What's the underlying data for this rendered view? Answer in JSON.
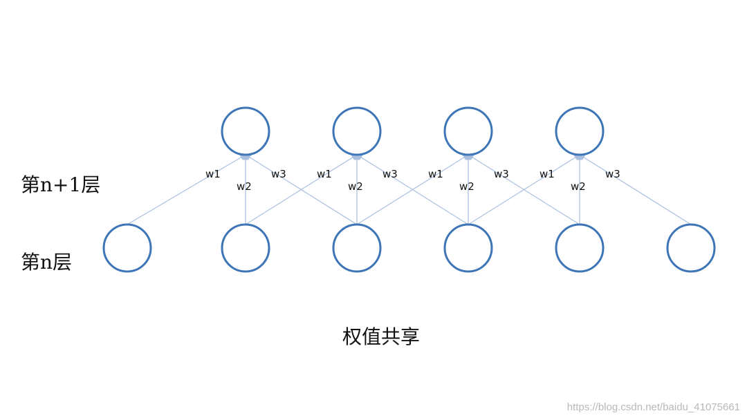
{
  "layers": {
    "upper_label": "第n+1层",
    "lower_label": "第n层"
  },
  "weights": {
    "w1": "w1",
    "w2": "w2",
    "w3": "w3"
  },
  "caption": "权值共享",
  "watermark": "https://blog.csdn.net/baidu_41075661",
  "colors": {
    "node_stroke": "#3d75b6",
    "edge": "#a9bfe0"
  }
}
